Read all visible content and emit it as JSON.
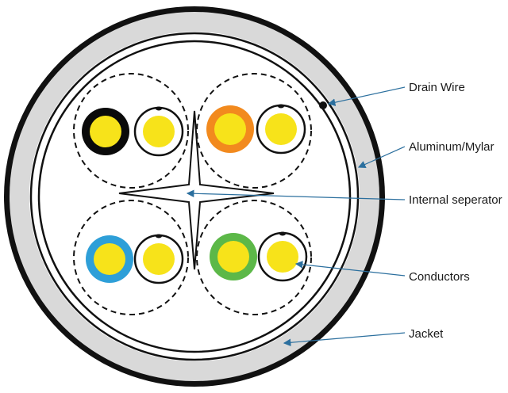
{
  "labels": {
    "drain_wire": "Drain Wire",
    "aluminum_mylar": "Aluminum/Mylar",
    "internal_separator": "Internal seperator",
    "conductors": "Conductors",
    "jacket": "Jacket"
  },
  "colors": {
    "jacket_outer": "#111111",
    "jacket_fill": "#d9d9d9",
    "shield_line": "#111111",
    "leader_line": "#2b6f9e",
    "conductor_core": "#f7e31a",
    "insulation_black": "#0a0a0a",
    "insulation_orange": "#f28a1e",
    "insulation_blue": "#2e9fd8",
    "insulation_green": "#5cb848",
    "insulation_white": "#ffffff"
  },
  "pairs": [
    {
      "name": "black-pair",
      "insulation": "black"
    },
    {
      "name": "orange-pair",
      "insulation": "orange"
    },
    {
      "name": "blue-pair",
      "insulation": "blue"
    },
    {
      "name": "green-pair",
      "insulation": "green"
    }
  ]
}
